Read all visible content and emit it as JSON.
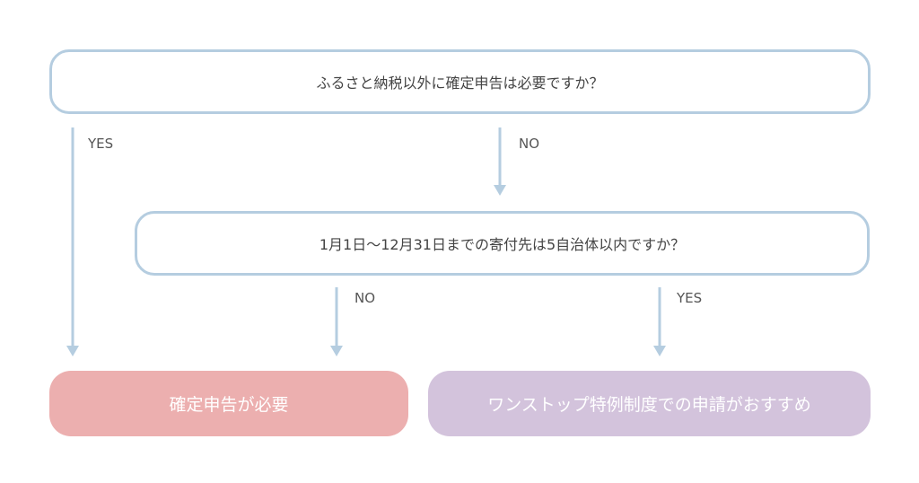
{
  "diagram": {
    "nodes": {
      "q1": {
        "text": "ふるさと納税以外に確定申告は必要ですか？",
        "color": "#b5cde0"
      },
      "q2": {
        "text": "1月1日〜12月31日までの寄付先は5自治体以内ですか？",
        "color": "#b5cde0"
      },
      "r1": {
        "text": "確定申告が必要",
        "color": "#ecafaf"
      },
      "r2": {
        "text": "ワンストップ特例制度での申請がおすすめ",
        "color": "#d3c3dc"
      }
    },
    "edges": [
      {
        "from": "q1",
        "to": "r1",
        "label": "YES"
      },
      {
        "from": "q1",
        "to": "q2",
        "label": "NO"
      },
      {
        "from": "q2",
        "to": "r1",
        "label": "NO"
      },
      {
        "from": "q2",
        "to": "r2",
        "label": "YES"
      }
    ],
    "arrow_color": "#b5cde0"
  }
}
